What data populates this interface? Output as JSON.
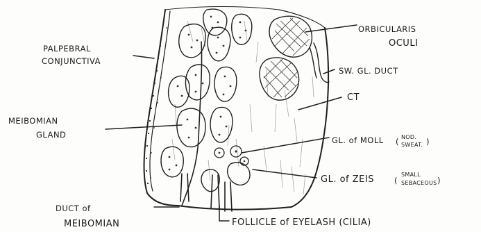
{
  "diagram": {
    "labels": {
      "palpebral_conjunctiva": [
        "PALPEBRAL",
        "CONJUNCTIVA"
      ],
      "orbicularis_oculi": [
        "ORBICULARIS",
        "OCULI"
      ],
      "sw_gl_duct": "SW. GL. DUCT",
      "ct": "CT",
      "meibomian_gland": [
        "MEIBOMIAN",
        "GLAND"
      ],
      "gl_of_moll": "GL. of MOLL",
      "gl_of_moll_note": [
        "NOD.",
        "SWEAT."
      ],
      "gl_of_zeis": "GL. of ZEIS",
      "gl_of_zeis_note": [
        "SMALL",
        "SEBACEOUS"
      ],
      "duct_of_meibomian": [
        "DUCT of",
        "MEIBOMIAN"
      ],
      "follicle": "FOLLICLE of EYELASH (CILIA)"
    },
    "colors": {
      "ink": "#1f1f1f",
      "paper": "#fdfdfb"
    }
  }
}
